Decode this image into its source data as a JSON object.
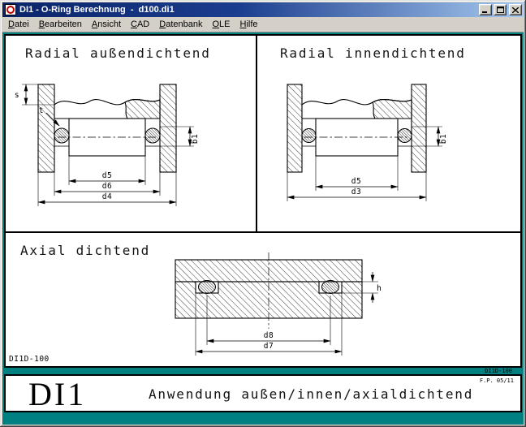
{
  "window": {
    "title": "DI1 - O-Ring Berechnung  -  d100.di1"
  },
  "menu": {
    "items": [
      "Datei",
      "Bearbeiten",
      "Ansicht",
      "CAD",
      "Datenbank",
      "OLE",
      "Hilfe"
    ]
  },
  "panels": {
    "radial_outer": {
      "title": "Radial außendichtend",
      "dims": {
        "s": "s",
        "t": "t",
        "b1": "b1",
        "d5": "d5",
        "d6": "d6",
        "d4": "d4"
      }
    },
    "radial_inner": {
      "title": "Radial innendichtend",
      "dims": {
        "b1": "b1",
        "d5": "d5",
        "d3": "d3"
      }
    },
    "axial": {
      "title": "Axial dichtend",
      "dims": {
        "h": "h",
        "d8": "d8",
        "d7": "d7"
      }
    },
    "drawing_number": "DI1D-100",
    "drawing_number_footer": "DI1D-100"
  },
  "title_block": {
    "logo": "DI1",
    "caption": "Anwendung außen/innen/axialdichtend",
    "ref": "F.P. 05/11"
  },
  "colors": {
    "titlebar_gradient_start": "#0A246A",
    "titlebar_gradient_end": "#A6CAF0",
    "chrome": "#D4D0C8",
    "workspace_background": "#008080",
    "page_background": "#FFFFFF",
    "line_color": "#000000"
  }
}
